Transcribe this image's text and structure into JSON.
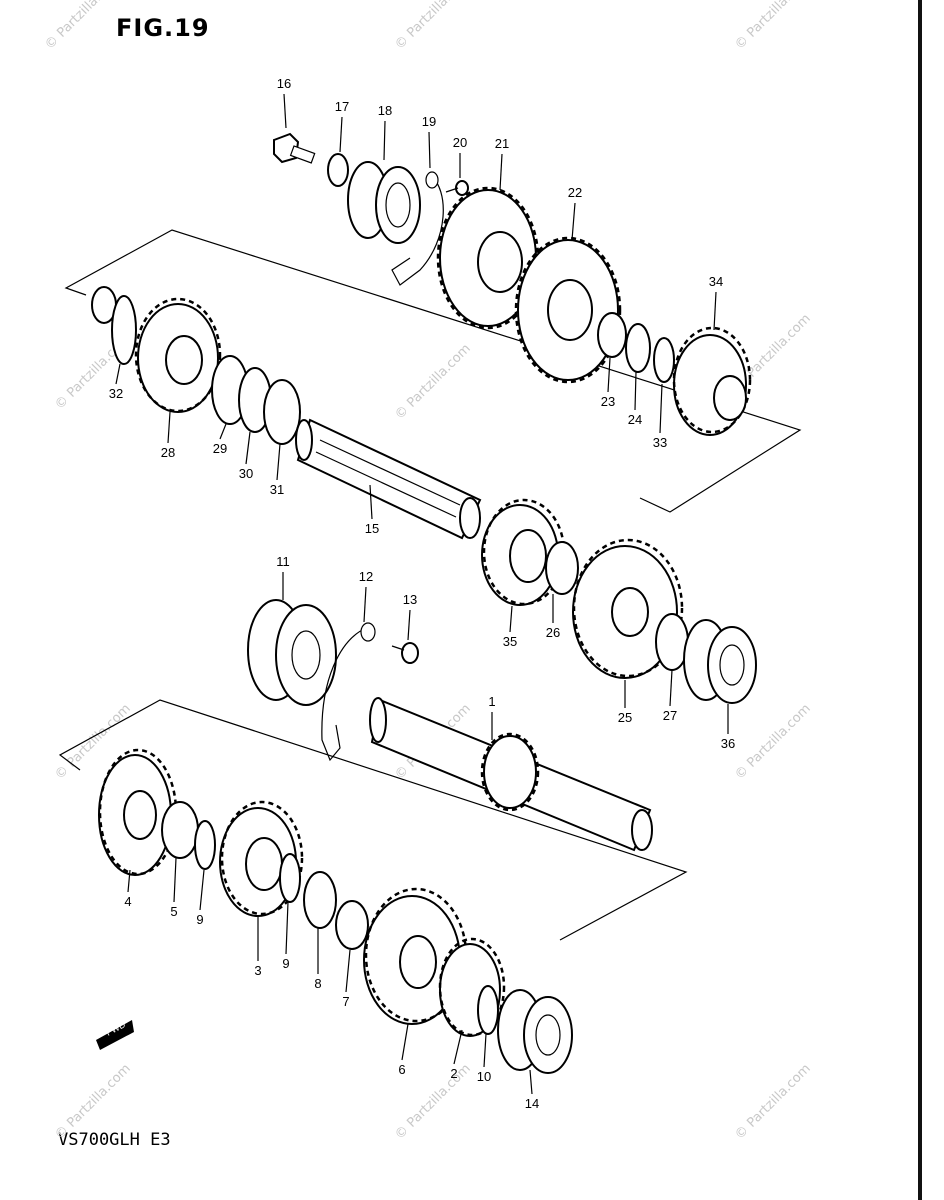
{
  "figure": {
    "title": "FIG.19",
    "model": "VS700GLH  E3",
    "fwd_label": "FWD"
  },
  "watermark": {
    "text": "© Partzilla.com"
  },
  "callouts": [
    "1",
    "2",
    "3",
    "4",
    "5",
    "6",
    "7",
    "8",
    "9",
    "9",
    "10",
    "11",
    "12",
    "13",
    "14",
    "15",
    "16",
    "17",
    "18",
    "19",
    "20",
    "21",
    "22",
    "23",
    "24",
    "25",
    "26",
    "27",
    "28",
    "29",
    "30",
    "31",
    "32",
    "33",
    "34",
    "35",
    "36"
  ]
}
